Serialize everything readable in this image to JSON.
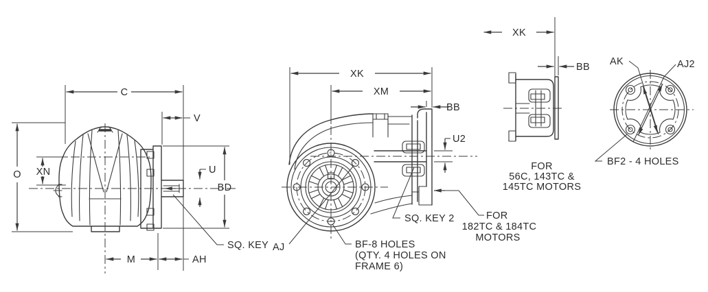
{
  "colors": {
    "line": "#3a3a3a",
    "text": "#2b2b2b",
    "background": "#ffffff"
  },
  "side_view": {
    "dim_c": "C",
    "dim_v": "V",
    "dim_o": "O",
    "dim_xn": "XN",
    "dim_u": "U",
    "dim_bd": "BD",
    "dim_m": "M",
    "dim_ah": "AH",
    "note_sq_key": "SQ. KEY"
  },
  "front_view": {
    "dim_xk": "XK",
    "dim_xm": "XM",
    "dim_bb": "BB",
    "dim_u2": "U2",
    "dim_aj": "AJ",
    "note_sq_key2": "SQ. KEY 2",
    "note_bf8": [
      "BF-8 HOLES",
      "(QTY. 4 HOLES ON",
      "FRAME 6)"
    ],
    "note_for_182": [
      "FOR",
      "182TC & 184TC",
      "MOTORS"
    ]
  },
  "cface_side_view": {
    "dim_xk": "XK",
    "dim_bb": "BB",
    "caption": [
      "FOR",
      "56C, 143TC &",
      "145TC MOTORS"
    ]
  },
  "cface_front_view": {
    "dim_ak": "AK",
    "dim_aj2": "AJ2",
    "note_bf2": "BF2 - 4 HOLES"
  }
}
